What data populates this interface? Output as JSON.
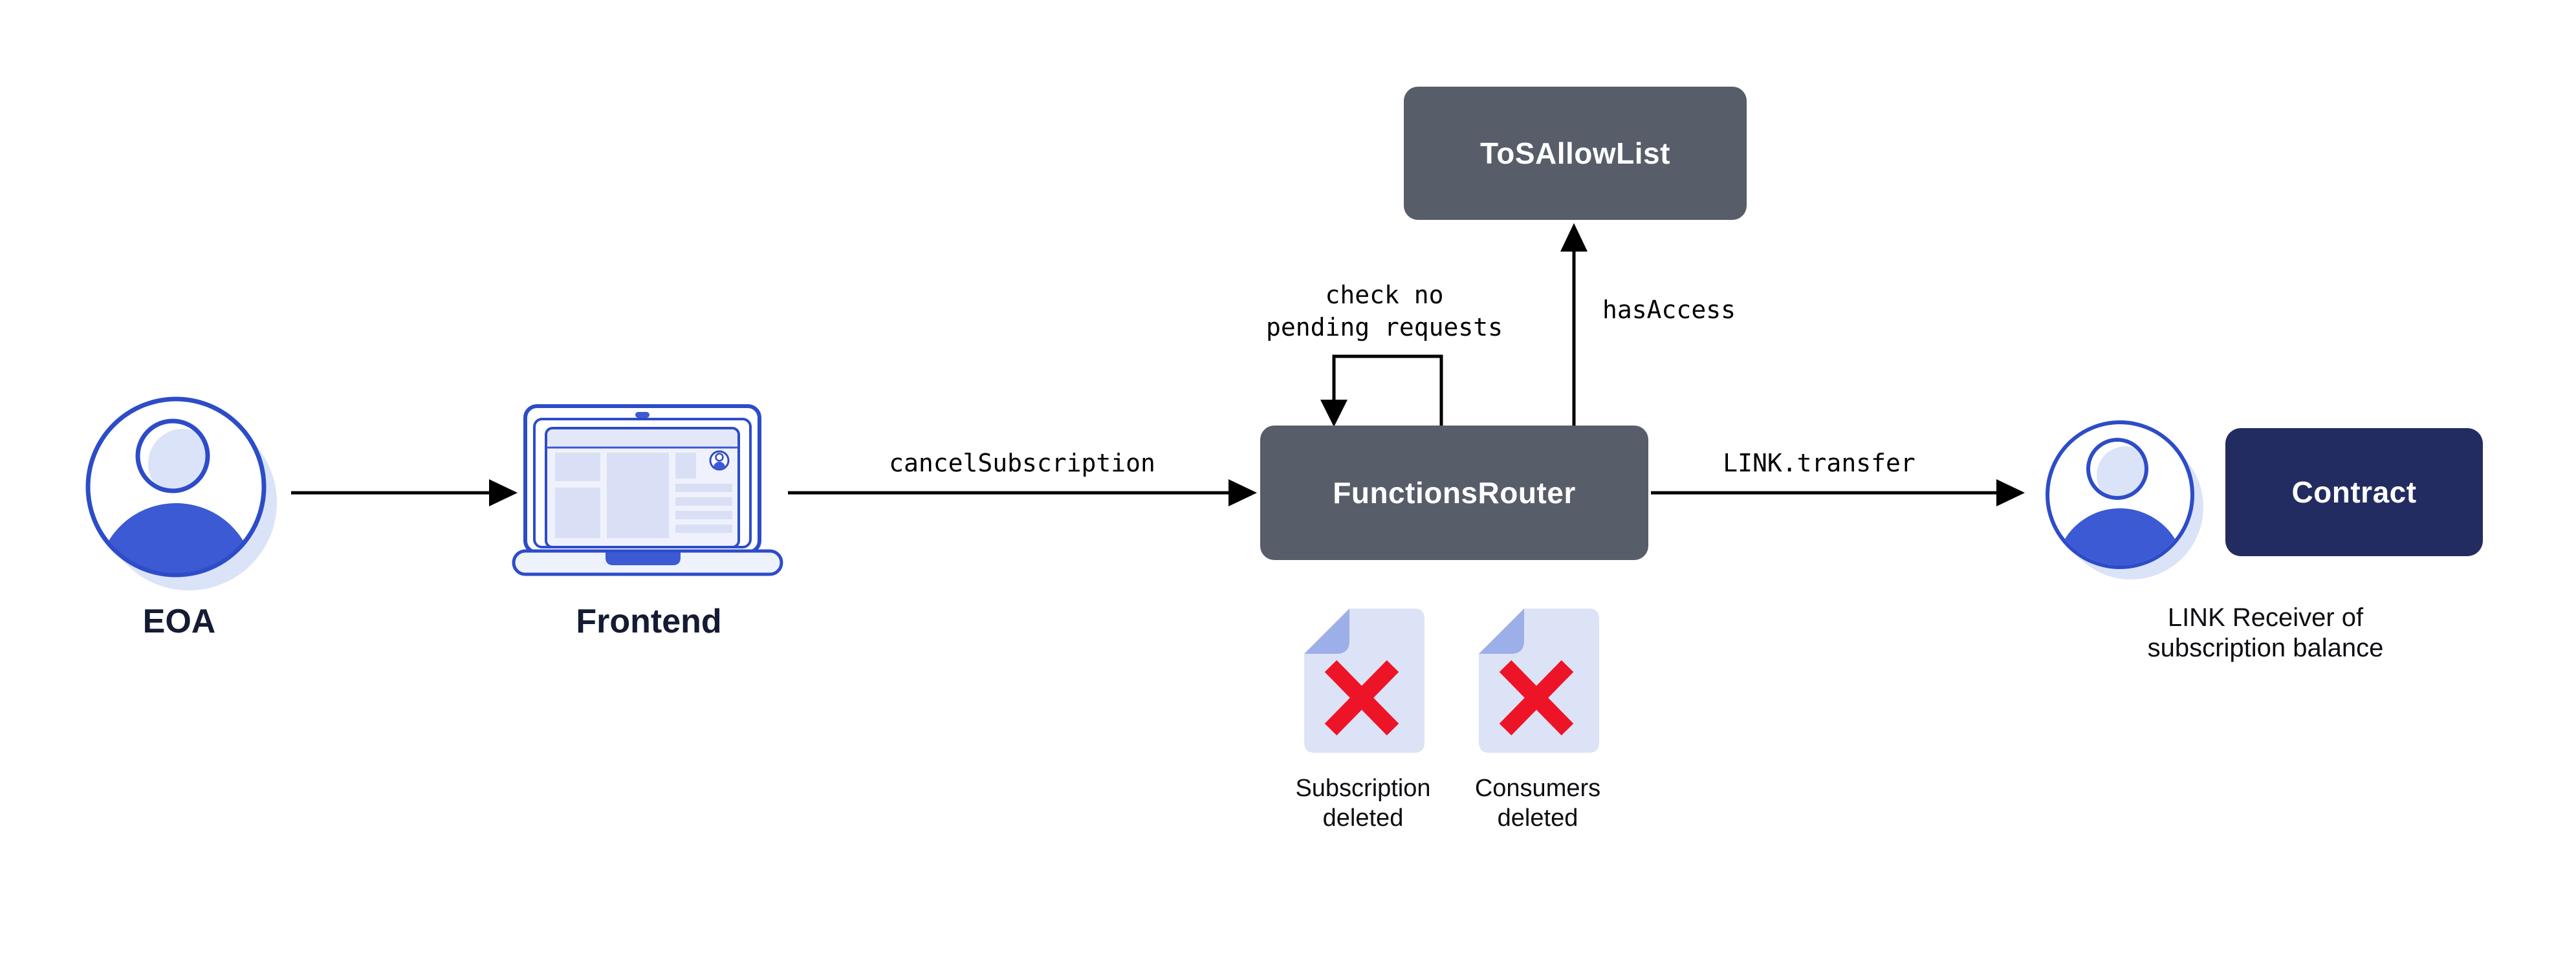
{
  "diagram": {
    "type": "flow-diagram",
    "nodes": {
      "eoa": {
        "label": "EOA"
      },
      "frontend": {
        "label": "Frontend"
      },
      "functions_router": {
        "label": "FunctionsRouter"
      },
      "tos_allow_list": {
        "label": "ToSAllowList"
      },
      "contract": {
        "label": "Contract"
      },
      "link_receiver": {
        "line1": "LINK Receiver of",
        "line2": "subscription balance"
      }
    },
    "edges": {
      "frontend_to_router": {
        "label": "cancelSubscription"
      },
      "router_self_loop": {
        "line1": "check no",
        "line2": "pending requests"
      },
      "router_to_tos": {
        "label": "hasAccess"
      },
      "router_to_receiver": {
        "label": "LINK.transfer"
      }
    },
    "artifacts": {
      "subscription_deleted": {
        "line1": "Subscription",
        "line2": "deleted"
      },
      "consumers_deleted": {
        "line1": "Consumers",
        "line2": "deleted"
      }
    },
    "colors": {
      "box_slate": "#575d69",
      "box_navy": "#222c60",
      "icon_blue_stroke": "#2d4cc8",
      "icon_blue_fill": "#3b5ad3",
      "icon_shadow": "#dbe3f8",
      "laptop_light_fill": "#eef2fc",
      "wireframe_fill": "#d9e0f5",
      "doc_body": "#dde3f6",
      "doc_fold": "#9dafe8",
      "x_red": "#ee1428",
      "label_navy": "#141b33",
      "arrow_black": "#000000"
    }
  }
}
